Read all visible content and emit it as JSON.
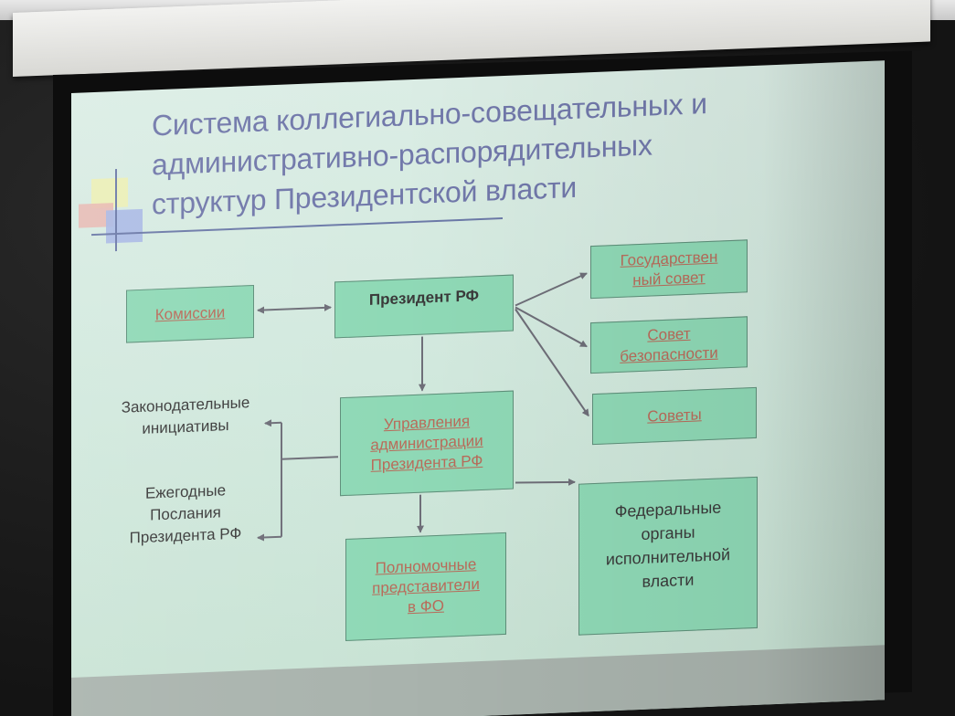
{
  "slide": {
    "title": "Система коллегиально-совещательных и\nадминистративно-распорядительных\nструктур Президентской власти"
  },
  "diagram": {
    "nodes": {
      "komissii": "Комиссии",
      "president": "Президент РФ",
      "gossovet": "Государствен\nный совет",
      "sovbez": "Совет\nбезопасности",
      "sovety": "Советы",
      "upravleniya": "Управления\nадминистрации\nПрезидента РФ",
      "polnomochnye": "Полномочные\nпредставители\nв ФО",
      "federalnye": "Федеральные\nорганы\nисполнительной\nвласти"
    },
    "labels": {
      "zakonodatelnye": "Законодательные\nинициативы",
      "poslaniya": "Ежегодные\nПослания\nПрезидента РФ"
    }
  },
  "colors": {
    "slide_bg": "#d2e9de",
    "box_fill": "#8fd9b6",
    "link_text": "#b96b5a",
    "title_text": "#7178aa",
    "arrow": "#6e6e78"
  }
}
